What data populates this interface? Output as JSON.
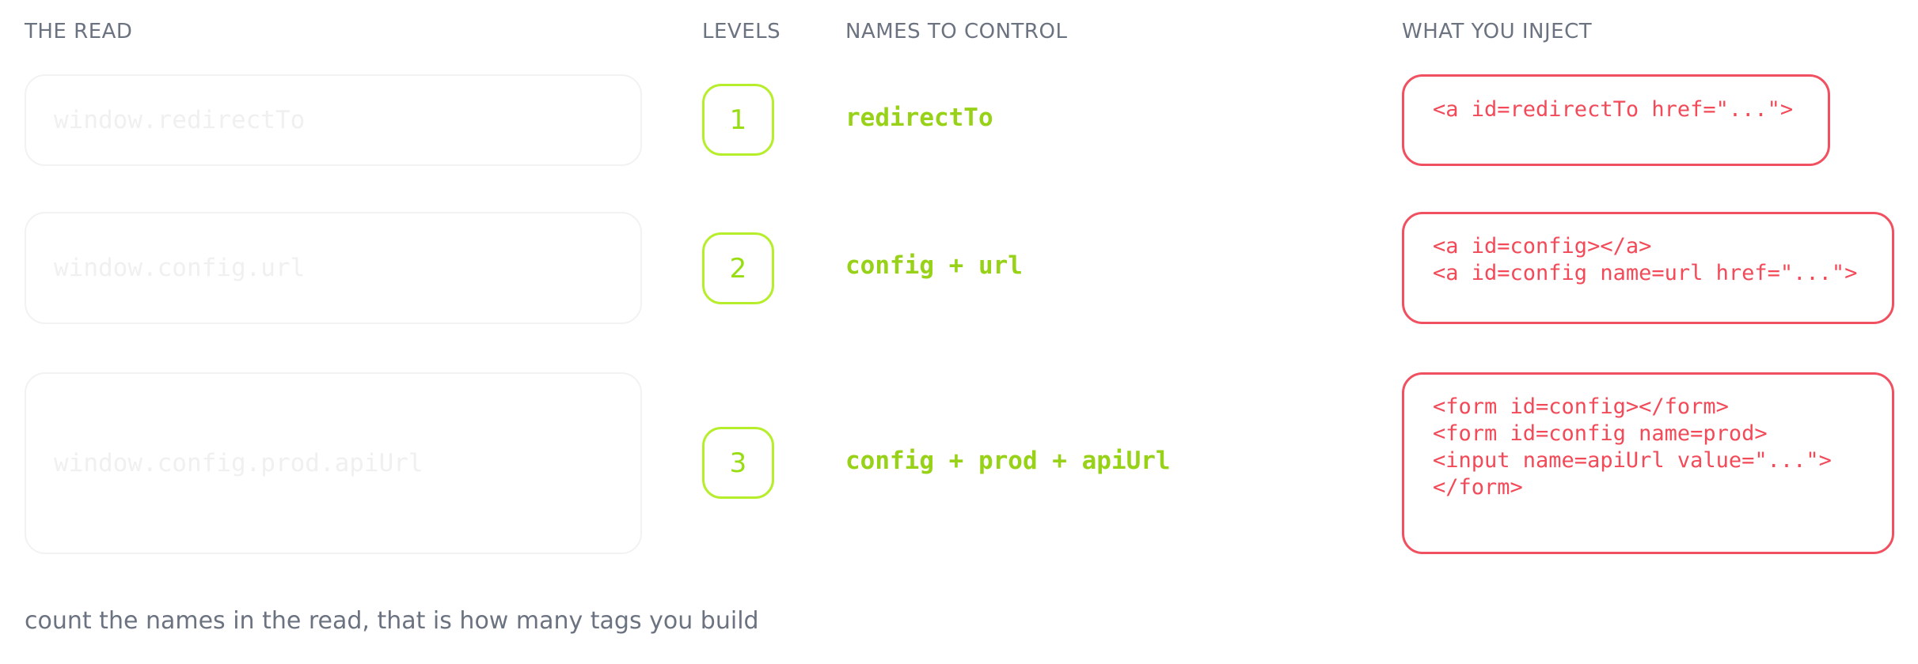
{
  "headers": {
    "read": "THE READ",
    "levels": "LEVELS",
    "names": "NAMES TO CONTROL",
    "inject": "WHAT YOU INJECT"
  },
  "rows": [
    {
      "read": "window.redirectTo",
      "level": "1",
      "names": "redirectTo",
      "inject": [
        "<a id=redirectTo href=\"...\">"
      ]
    },
    {
      "read": "window.config.url",
      "level": "2",
      "names": "config + url",
      "inject": [
        "<a id=config></a>",
        "<a id=config name=url href=\"...\">"
      ]
    },
    {
      "read": "window.config.prod.apiUrl",
      "level": "3",
      "names": "config + prod + apiUrl",
      "inject": [
        "<form id=config></form>",
        "<form id=config name=prod>",
        "<input name=apiUrl value=\"...\">",
        "</form>"
      ]
    }
  ],
  "footer": "count the names in the read, that is how many tags you build"
}
